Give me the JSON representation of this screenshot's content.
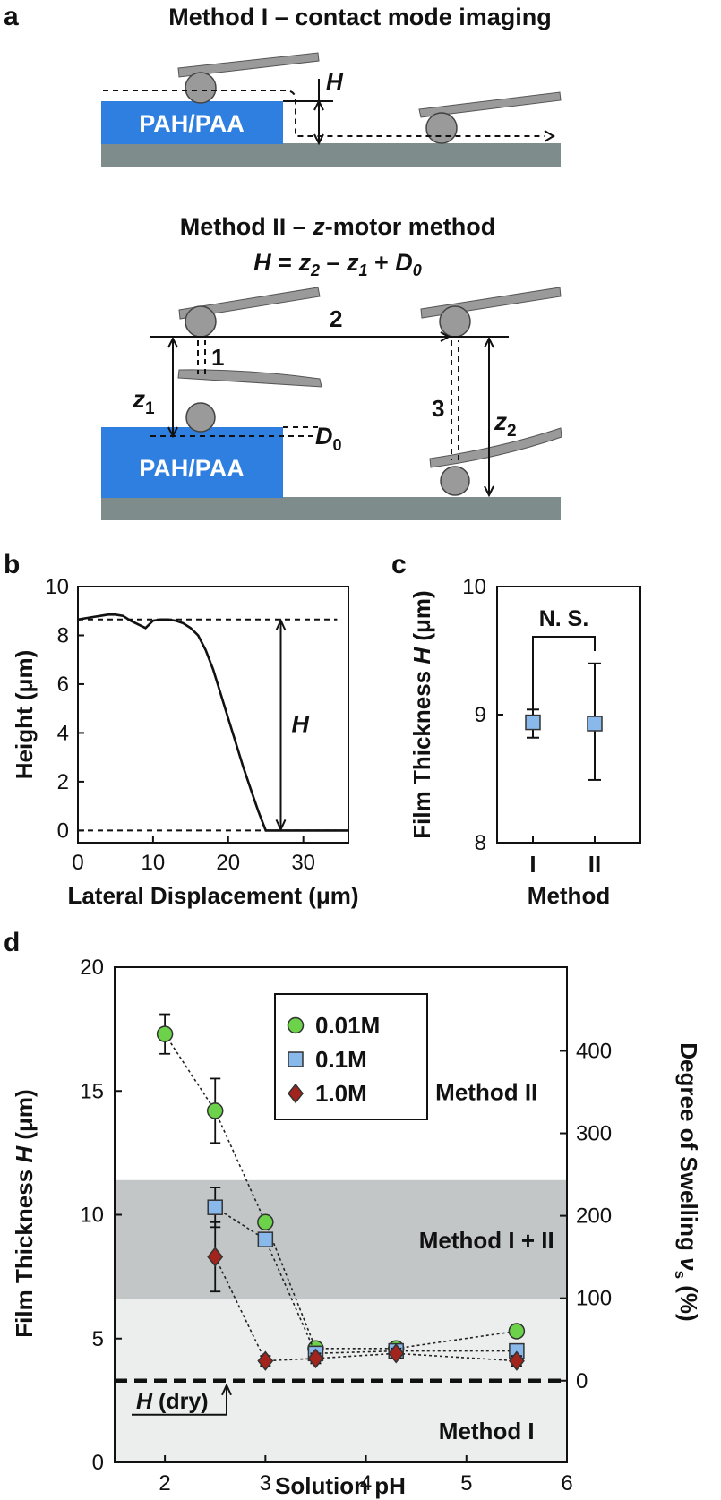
{
  "panel_a": {
    "letter": "a",
    "method1_title": "Method I – contact mode imaging",
    "method2_title_prefix": "Method II – ",
    "method2_title_z": "z",
    "method2_title_suffix": "-motor method",
    "formula": {
      "H": "H",
      "eq": " = ",
      "z": "z",
      "sub2": "2",
      "minus": " – ",
      "sub1": "1",
      "plus": " + ",
      "D": "D",
      "sub0": "0"
    },
    "film_label": "PAH/PAA",
    "h_label": "H",
    "step_1": "1",
    "step_2": "2",
    "step_3": "3",
    "z1": {
      "z": "z",
      "sub": "1"
    },
    "z2": {
      "z": "z",
      "sub": "2"
    },
    "d0": {
      "D": "D",
      "sub": "0"
    },
    "colors": {
      "film": "#2f7fe0",
      "substrate": "#7f8c8c",
      "tip": "#9a9a9a"
    }
  },
  "chart_data": [
    {
      "panel": "b",
      "type": "line",
      "xlabel": "Lateral Displacement (μm)",
      "ylabel": "Height (μm)",
      "xlim": [
        0,
        36
      ],
      "ylim": [
        -0.5,
        10
      ],
      "xticks": [
        0,
        10,
        20,
        30
      ],
      "yticks": [
        0,
        2,
        4,
        6,
        8,
        10
      ],
      "x": [
        0,
        1,
        2,
        3,
        4,
        5,
        6,
        7,
        8,
        9,
        10,
        11,
        12,
        13,
        14,
        15,
        16,
        17,
        18,
        19,
        20,
        21,
        22,
        23,
        24,
        25,
        26,
        28,
        30,
        32,
        34,
        36
      ],
      "y": [
        8.65,
        8.7,
        8.75,
        8.8,
        8.85,
        8.85,
        8.8,
        8.6,
        8.45,
        8.3,
        8.6,
        8.65,
        8.65,
        8.6,
        8.5,
        8.3,
        8.0,
        7.4,
        6.6,
        5.6,
        4.6,
        3.6,
        2.6,
        1.7,
        0.8,
        0.0,
        0.0,
        0.0,
        0.0,
        0.0,
        0.0,
        0.0
      ],
      "annotation": "H",
      "h_line_levels": [
        8.65,
        0
      ],
      "h_arrow_x": 27
    },
    {
      "panel": "c",
      "type": "scatter",
      "xlabel": "Method",
      "ylabel": "Film Thickness H (μm)",
      "ylabel_parts": {
        "prefix": "Film Thickness ",
        "var": "H",
        "suffix": " (μm)"
      },
      "categories": [
        "I",
        "II"
      ],
      "values": [
        8.94,
        8.93
      ],
      "errors_low": [
        0.12,
        0.44
      ],
      "errors_high": [
        0.1,
        0.47
      ],
      "ylim": [
        8,
        10
      ],
      "yticks": [
        8,
        9,
        10
      ],
      "annotation": "N. S.",
      "marker_color": "#89b8ea"
    },
    {
      "panel": "d",
      "type": "scatter",
      "xlabel": "Solution pH",
      "ylabel": "Film Thickness H (μm)",
      "ylabel_parts": {
        "prefix": "Film Thickness ",
        "var": "H",
        "suffix": " (μm)"
      },
      "y2label": "Degree of Swelling νs (%)",
      "y2label_parts": {
        "prefix": "Degree of Swelling ",
        "var": "ν",
        "sub": "s",
        "suffix": " (%)"
      },
      "xlim": [
        1.5,
        6
      ],
      "ylim": [
        0,
        20
      ],
      "xticks": [
        2,
        3,
        4,
        5,
        6
      ],
      "yticks": [
        0,
        5,
        10,
        15,
        20
      ],
      "y2ticks": [
        0,
        100,
        200,
        300,
        400
      ],
      "y2_zero_at": 3.3,
      "y2_per_unit": 0.0333,
      "dry_thickness": 3.3,
      "dry_label": {
        "var": "H",
        "rest": " (dry)"
      },
      "bands": [
        {
          "label": "Method II",
          "ymin": 11.4,
          "ymax": 20,
          "color": "#ffffff"
        },
        {
          "label": "Method I + II",
          "ymin": 6.6,
          "ymax": 11.4,
          "color": "#c2c6c6"
        },
        {
          "label": "Method I",
          "ymin": 0,
          "ymax": 6.6,
          "color": "#eceded"
        }
      ],
      "series": [
        {
          "name": "0.01M",
          "marker": "circle",
          "color": "#6cd24a",
          "x": [
            2,
            2.5,
            3,
            3.5,
            4.3,
            5.5
          ],
          "y": [
            17.3,
            14.2,
            9.7,
            4.6,
            4.6,
            5.3
          ],
          "err": [
            0.8,
            1.3,
            0.2,
            0.2,
            0.2,
            0.2
          ]
        },
        {
          "name": "0.1M",
          "marker": "square",
          "color": "#89b8ea",
          "x": [
            2.5,
            3,
            3.5,
            4.3,
            5.5
          ],
          "y": [
            10.3,
            9.0,
            4.4,
            4.5,
            4.5
          ],
          "err": [
            0.8,
            0.2,
            0.2,
            0.2,
            0.2
          ]
        },
        {
          "name": "1.0M",
          "marker": "diamond",
          "color": "#a3241c",
          "x": [
            2.5,
            3,
            3.5,
            4.3,
            5.5
          ],
          "y": [
            8.3,
            4.1,
            4.2,
            4.4,
            4.1
          ],
          "err": [
            1.4,
            0.2,
            0.2,
            0.2,
            0.2
          ]
        }
      ]
    }
  ]
}
